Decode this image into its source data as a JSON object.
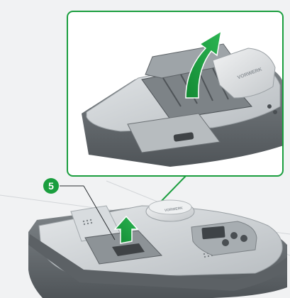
{
  "callout": {
    "number": "5"
  },
  "brand": {
    "logo_text": "VORWERK"
  },
  "colors": {
    "accent": "#1a9e3e",
    "background": "#f1f2f3",
    "robot_body": "#6b7074",
    "robot_top": "#c9cdd0",
    "panel_border": "#1a9e3e"
  },
  "icons": {
    "arrow": "curved-up-arrow",
    "callout": "numbered-callout-circle"
  }
}
